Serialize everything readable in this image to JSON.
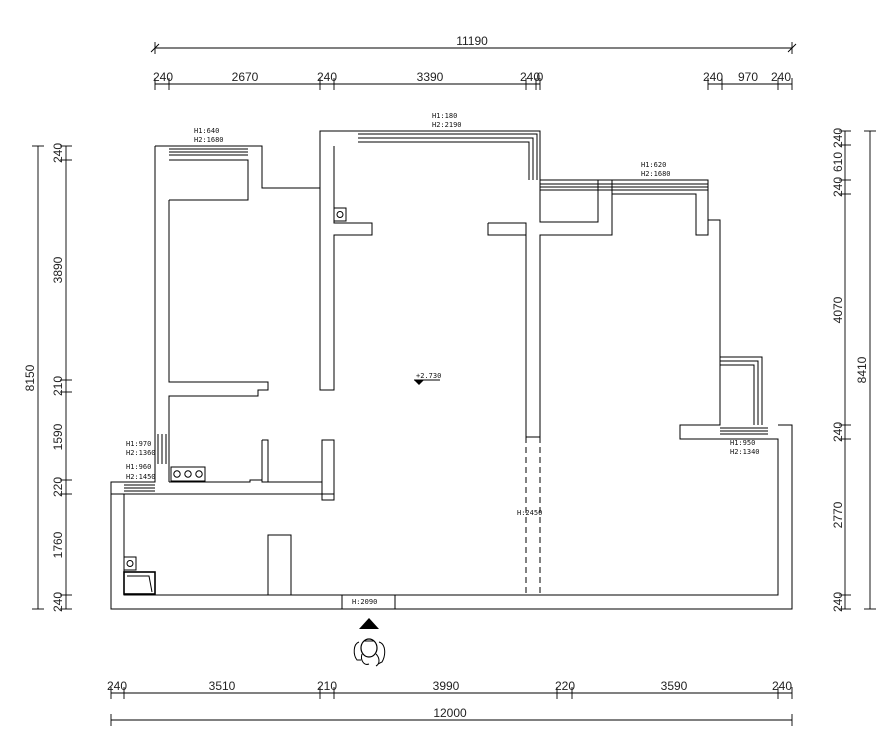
{
  "dimensions": {
    "top_total": "11190",
    "top_segments": [
      "240",
      "2670",
      "240",
      "3390",
      "240",
      "0",
      "240",
      "970",
      "240"
    ],
    "bottom_total": "12000",
    "bottom_segments": [
      "240",
      "3510",
      "210",
      "3990",
      "220",
      "3590",
      "240"
    ],
    "left_total": "8150",
    "left_segments": [
      "240",
      "3890",
      "210",
      "1590",
      "220",
      "1760",
      "240"
    ],
    "right_total": "8410",
    "right_segments": [
      "240",
      "610",
      "240",
      "4070",
      "240",
      "2770",
      "240"
    ]
  },
  "window_labels": {
    "bedroom_left_h1": "H1:640",
    "bedroom_left_h2": "H2:1680",
    "top_window_h1": "H1:180",
    "top_window_h2": "H2:2190",
    "right_room_h1": "H1:620",
    "right_room_h2": "H2:1680",
    "left_mid_h1": "H1:970",
    "left_mid_h2": "H2:1360",
    "left_low_h1": "H1:960",
    "left_low_h2": "H2:1450",
    "right_low_h1": "H1:950",
    "right_low_h2": "H2:1340"
  },
  "level_mark": "+2.730",
  "opening_height": "H:2450",
  "entrance_height": "H:2090",
  "colors": {
    "line": "#000000",
    "background": "#ffffff"
  }
}
